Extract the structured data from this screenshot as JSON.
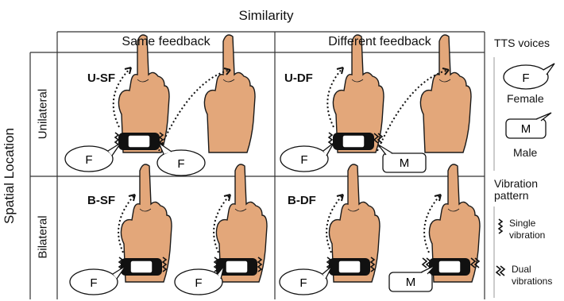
{
  "header": {
    "similarity": "Similarity",
    "same_feedback": "Same feedback",
    "different_feedback": "Different feedback"
  },
  "side": {
    "spatial_location": "Spatial Location",
    "unilateral": "Unilateral",
    "bilateral": "Bilateral"
  },
  "cells": {
    "usf": "U-SF",
    "udf": "U-DF",
    "bsf": "B-SF",
    "bdf": "B-DF"
  },
  "bubbles": {
    "female": "F",
    "male": "M"
  },
  "legend": {
    "tts_title": "TTS voices",
    "female_letter": "F",
    "female_label": "Female",
    "male_letter": "M",
    "male_label": "Male",
    "vibration_title_line1": "Vibration",
    "vibration_title_line2": "pattern",
    "single_line1": "Single",
    "single_line2": "vibration",
    "dual_line1": "Dual",
    "dual_line2": "vibrations"
  },
  "colors": {
    "skin": "#e3a77a",
    "skin_stroke": "#1a1a1a",
    "band": "#111111",
    "grid": "#333333"
  }
}
